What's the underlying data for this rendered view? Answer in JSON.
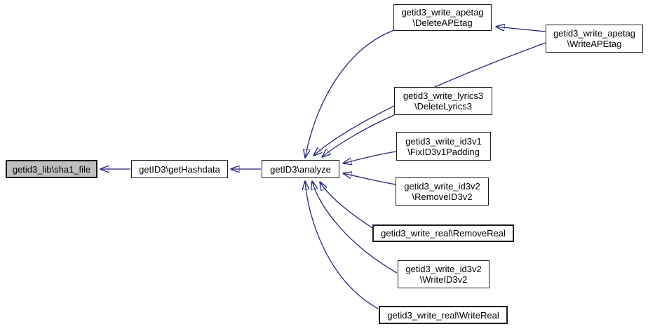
{
  "diagram": {
    "kind": "caller-graph",
    "edge_color": "#191970",
    "current_node_fill": "#bfbfbf",
    "node_fill": "#ffffff",
    "node_border_color": "#000000",
    "nodes": {
      "sha1_file": {
        "label": "getid3_lib\\sha1_file",
        "current": true
      },
      "get_hashdata": {
        "label": "getID3\\getHashdata"
      },
      "analyze": {
        "label": "getID3\\analyze"
      },
      "delete_apetag": {
        "label": "getid3_write_apetag\n\\DeleteAPEtag"
      },
      "write_apetag": {
        "label": "getid3_write_apetag\n\\WriteAPEtag"
      },
      "delete_lyrics3": {
        "label": "getid3_write_lyrics3\n\\DeleteLyrics3"
      },
      "fix_id3v1_padding": {
        "label": "getid3_write_id3v1\n\\FixID3v1Padding"
      },
      "remove_id3v2": {
        "label": "getid3_write_id3v2\n\\RemoveID3v2"
      },
      "remove_real": {
        "label": "getid3_write_real\\RemoveReal"
      },
      "write_id3v2": {
        "label": "getid3_write_id3v2\n\\WriteID3v2"
      },
      "write_real": {
        "label": "getid3_write_real\\WriteReal"
      }
    },
    "edges": [
      {
        "from": "get_hashdata",
        "to": "sha1_file"
      },
      {
        "from": "analyze",
        "to": "get_hashdata"
      },
      {
        "from": "write_apetag",
        "to": "delete_apetag"
      },
      {
        "from": "delete_apetag",
        "to": "analyze"
      },
      {
        "from": "write_apetag",
        "to": "analyze"
      },
      {
        "from": "delete_lyrics3",
        "to": "analyze"
      },
      {
        "from": "fix_id3v1_padding",
        "to": "analyze"
      },
      {
        "from": "remove_id3v2",
        "to": "analyze"
      },
      {
        "from": "remove_real",
        "to": "analyze"
      },
      {
        "from": "write_id3v2",
        "to": "analyze"
      },
      {
        "from": "write_real",
        "to": "analyze"
      }
    ]
  }
}
